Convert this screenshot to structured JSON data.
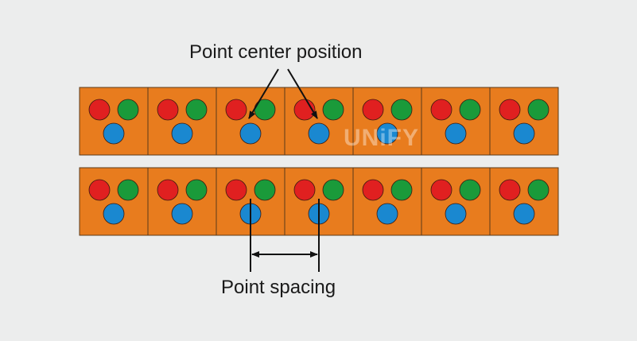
{
  "labels": {
    "center_position": "Point center position",
    "spacing": "Point spacing"
  },
  "watermark": "UNiFY",
  "grid": {
    "rows": 2,
    "columns": 7,
    "led_colors": [
      "red",
      "green",
      "blue"
    ]
  },
  "colors": {
    "background": "#eceded",
    "pixel_fill": "#e87c1e",
    "pixel_border": "#5a3a1a",
    "red": "#e02020",
    "green": "#1a9a3a",
    "blue": "#1a88d0",
    "line": "#111111"
  }
}
